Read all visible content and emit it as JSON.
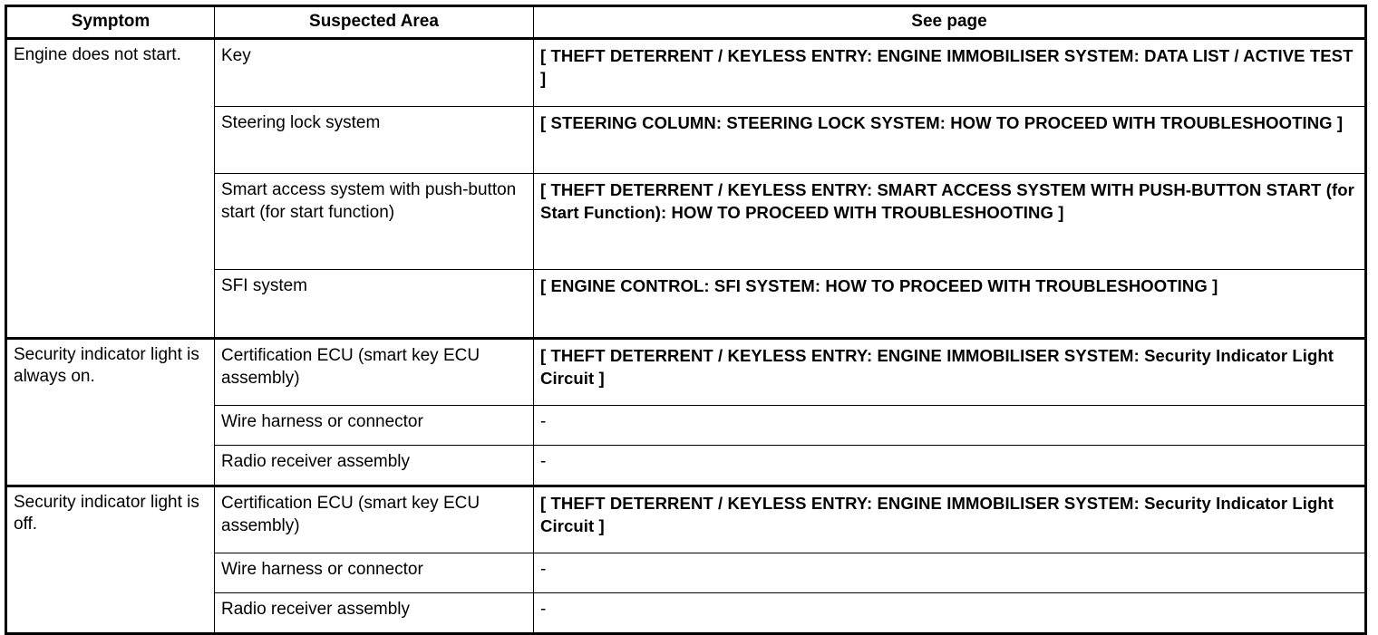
{
  "table": {
    "columns": [
      "Symptom",
      "Suspected Area",
      "See page"
    ],
    "groups": [
      {
        "symptom": "Engine does not start.",
        "rows": [
          {
            "area": "Key",
            "page": "[ THEFT DETERRENT / KEYLESS ENTRY: ENGINE IMMOBILISER SYSTEM: DATA LIST / ACTIVE TEST ]"
          },
          {
            "area": "Steering lock system",
            "page": "[ STEERING COLUMN: STEERING LOCK SYSTEM: HOW TO PROCEED WITH TROUBLESHOOTING ]"
          },
          {
            "area": "Smart access system with push-button start (for start function)",
            "page": "[ THEFT DETERRENT / KEYLESS ENTRY: SMART ACCESS SYSTEM WITH PUSH-BUTTON START (for Start Function): HOW TO PROCEED WITH TROUBLESHOOTING ]"
          },
          {
            "area": "SFI system",
            "page": "[ ENGINE CONTROL: SFI SYSTEM: HOW TO PROCEED WITH TROUBLESHOOTING ]"
          }
        ]
      },
      {
        "symptom": "Security indicator light is always on.",
        "rows": [
          {
            "area": "Certification ECU (smart key ECU assembly)",
            "page": "[ THEFT DETERRENT / KEYLESS ENTRY: ENGINE IMMOBILISER SYSTEM: Security Indicator Light Circuit ]"
          },
          {
            "area": "Wire harness or connector",
            "page": "-"
          },
          {
            "area": "Radio receiver assembly",
            "page": "-"
          }
        ]
      },
      {
        "symptom": "Security indicator light is off.",
        "rows": [
          {
            "area": "Certification ECU (smart key ECU assembly)",
            "page": "[ THEFT DETERRENT / KEYLESS ENTRY: ENGINE IMMOBILISER SYSTEM: Security Indicator Light Circuit ]"
          },
          {
            "area": "Wire harness or connector",
            "page": "-"
          },
          {
            "area": "Radio receiver assembly",
            "page": "-"
          }
        ]
      }
    ]
  },
  "colors": {
    "text": "#000000",
    "background": "#ffffff",
    "rule": "#000000"
  }
}
